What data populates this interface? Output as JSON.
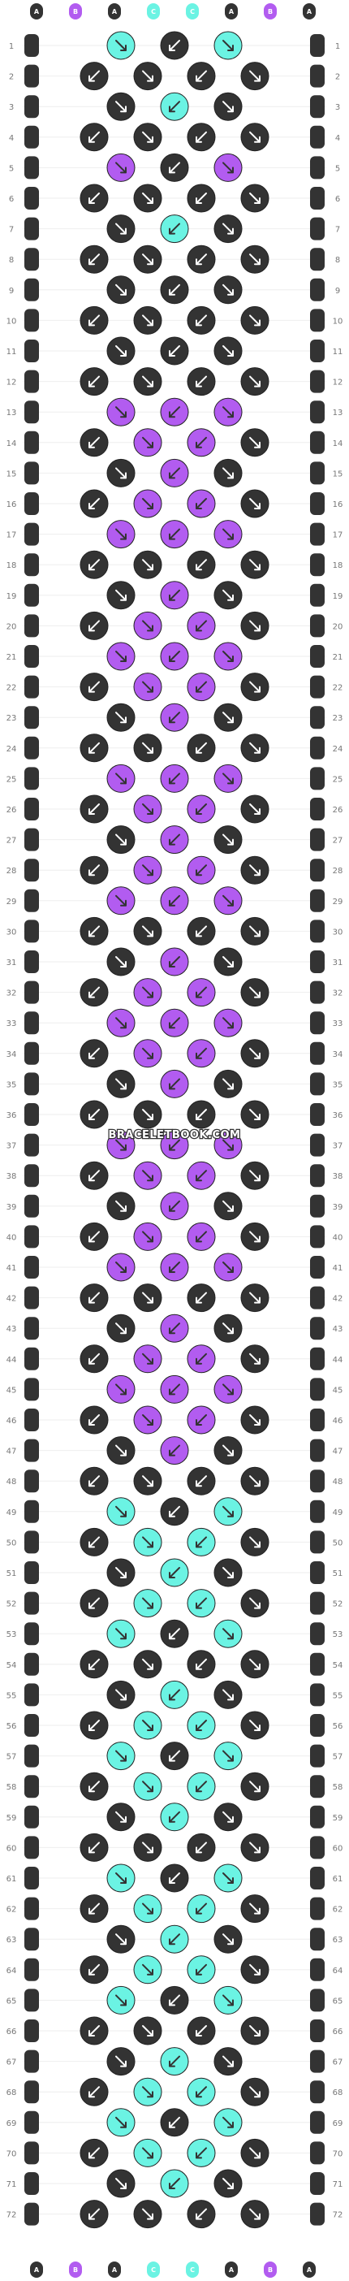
{
  "watermark": "BRACELETBOOK.COM",
  "palette": {
    "A": "#333333",
    "B": "#b25cf0",
    "C": "#6bf3e3"
  },
  "strand_letters": [
    "A",
    "B",
    "A",
    "C",
    "C",
    "A",
    "B",
    "A"
  ],
  "row_count": 72,
  "knot_rows": [
    "CAC",
    "AAAA",
    "ACA",
    "AAAA",
    "BAB",
    "AAAA",
    "ACA",
    "AAAA",
    "AAA",
    "AAAA",
    "AAA",
    "AAAA",
    "BBB",
    "ABBA",
    "ABA",
    "ABBA",
    "BBB",
    "AAAA",
    "ABA",
    "ABBA",
    "BBB",
    "ABBA",
    "ABA",
    "AAAA",
    "BBB",
    "ABBA",
    "ABA",
    "ABBA",
    "BBB",
    "AAAA",
    "ABA",
    "ABBA",
    "BBB",
    "ABBA",
    "ABA",
    "AAAA",
    "BBB",
    "ABBA",
    "ABA",
    "ABBA",
    "BBB",
    "AAAA",
    "ABA",
    "ABBA",
    "BBB",
    "ABBA",
    "ABA",
    "AAAA",
    "CAC",
    "ACCA",
    "ACA",
    "ACCA",
    "CAC",
    "AAAA",
    "ACA",
    "ACCA",
    "CAC",
    "ACCA",
    "ACA",
    "AAAA",
    "CAC",
    "ACCA",
    "ACA",
    "ACCA",
    "CAC",
    "AAAA",
    "ACA",
    "ACCA",
    "CAC",
    "ACCA",
    "ACA",
    "AAAA"
  ],
  "edge_colors": {
    "left": "A",
    "right": "A"
  }
}
